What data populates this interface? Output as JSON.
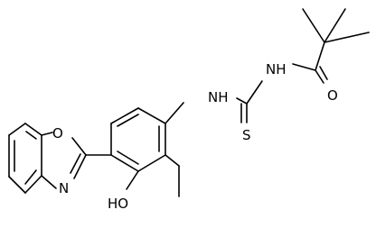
{
  "atoms": {
    "O_ring": "O",
    "N_ring": "N",
    "HO": "HO",
    "NH_left": "NH",
    "NH_right": "NH",
    "S": "S",
    "O_carbonyl": "O"
  }
}
